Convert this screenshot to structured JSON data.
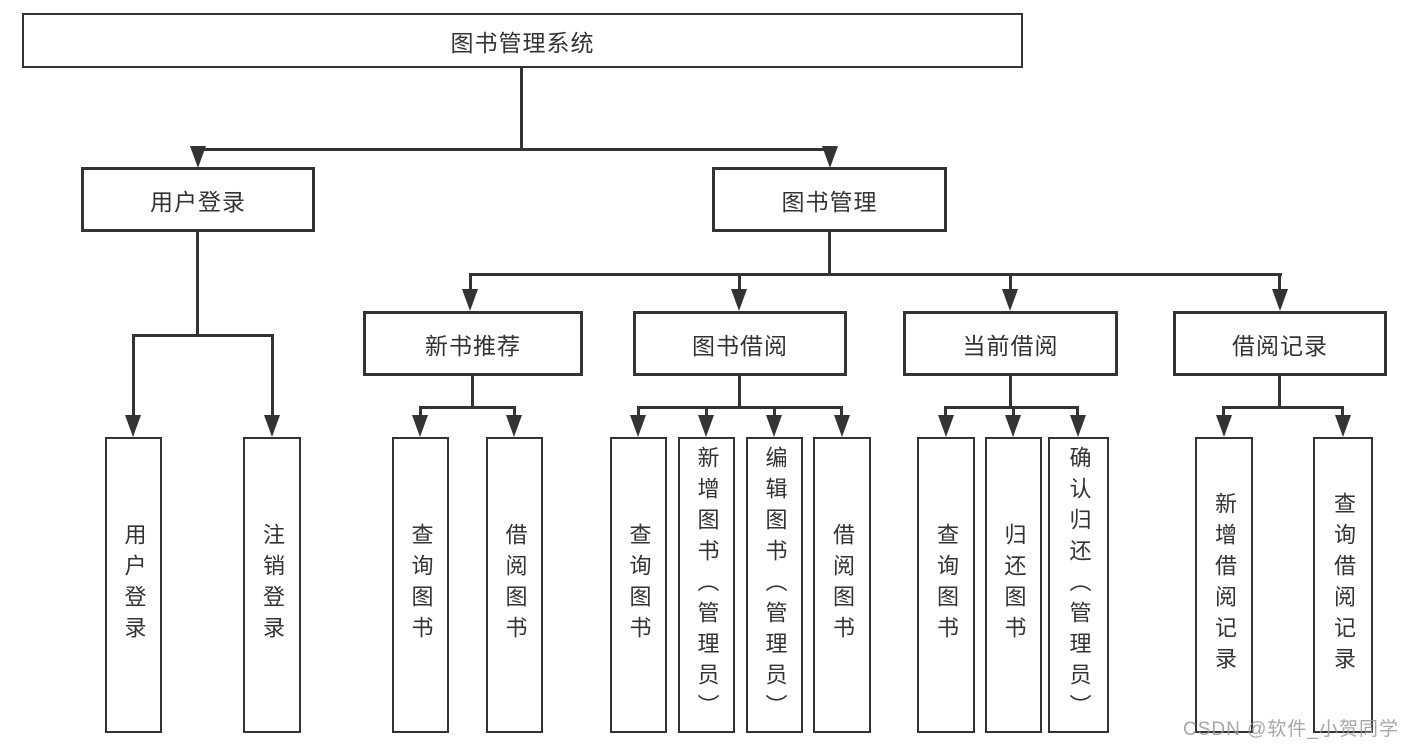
{
  "diagram_type": "hierarchy-tree",
  "colors": {
    "background": "#ffffff",
    "box_border": "#333333",
    "box_fill": "#ffffff",
    "text": "#333333",
    "connector": "#333333",
    "watermark": "#9aa0a6"
  },
  "nodes": {
    "root": "图书管理系统",
    "user_login": "用户登录",
    "book_mgmt": "图书管理",
    "cat_new_books": "新书推荐",
    "cat_borrow": "图书借阅",
    "cat_current": "当前借阅",
    "cat_records": "借阅记录",
    "leaf_user_login": "用户登录",
    "leaf_logout": "注销登录",
    "leaf_nb_query": "查询图书",
    "leaf_nb_borrow": "借阅图书",
    "leaf_bb_query": "查询图书",
    "leaf_bb_add": "新增图书（管理员）",
    "leaf_bb_edit": "编辑图书（管理员）",
    "leaf_bb_borrow": "借阅图书",
    "leaf_cb_query": "查询图书",
    "leaf_cb_return": "归还图书",
    "leaf_cb_confirm": "确认归还（管理员）",
    "leaf_br_add": "新增借阅记录",
    "leaf_br_query": "查询借阅记录"
  },
  "hierarchy": {
    "图书管理系统": {
      "用户登录": [
        "用户登录",
        "注销登录"
      ],
      "图书管理": {
        "新书推荐": [
          "查询图书",
          "借阅图书"
        ],
        "图书借阅": [
          "查询图书",
          "新增图书（管理员）",
          "编辑图书（管理员）",
          "借阅图书"
        ],
        "当前借阅": [
          "查询图书",
          "归还图书",
          "确认归还（管理员）"
        ],
        "借阅记录": [
          "新增借阅记录",
          "查询借阅记录"
        ]
      }
    }
  },
  "watermark": "CSDN @软件_小贺同学"
}
